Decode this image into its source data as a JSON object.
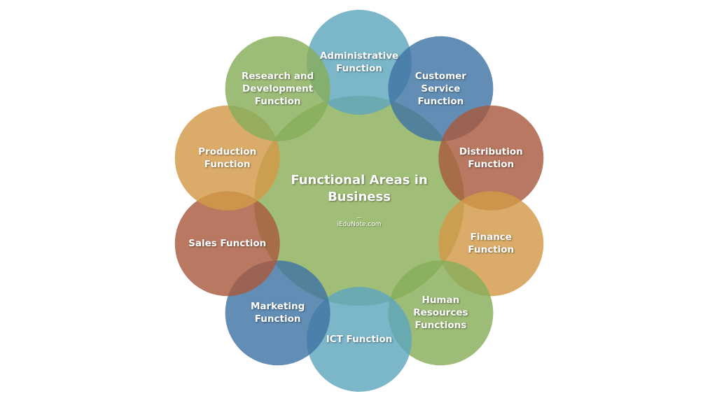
{
  "diagram": {
    "center": {
      "title_lines": [
        "Functional Areas in",
        "Business"
      ],
      "dash": "—",
      "source": "iEduNote.com",
      "color": "#8fb35f"
    },
    "nodes": [
      {
        "id": "administrative",
        "lines": [
          "Administrative",
          "Function"
        ],
        "color": "#5ea6bd"
      },
      {
        "id": "customer-service",
        "lines": [
          "Customer",
          "Service",
          "Function"
        ],
        "color": "#3f74a3"
      },
      {
        "id": "distribution",
        "lines": [
          "Distribution",
          "Function"
        ],
        "color": "#a85a3e"
      },
      {
        "id": "finance",
        "lines": [
          "Finance",
          "Function"
        ],
        "color": "#d39a48"
      },
      {
        "id": "human-resources",
        "lines": [
          "Human",
          "Resources",
          "Functions"
        ],
        "color": "#86ad5a"
      },
      {
        "id": "ict",
        "lines": [
          "ICT Function"
        ],
        "color": "#5ea6bd"
      },
      {
        "id": "marketing",
        "lines": [
          "Marketing",
          "Function"
        ],
        "color": "#3f74a3"
      },
      {
        "id": "sales",
        "lines": [
          "Sales Function"
        ],
        "color": "#a85a3e"
      },
      {
        "id": "production",
        "lines": [
          "Production",
          "Function"
        ],
        "color": "#d39a48"
      },
      {
        "id": "research-development",
        "lines": [
          "Research and",
          "Development",
          "Function"
        ],
        "color": "#86ad5a"
      }
    ]
  }
}
